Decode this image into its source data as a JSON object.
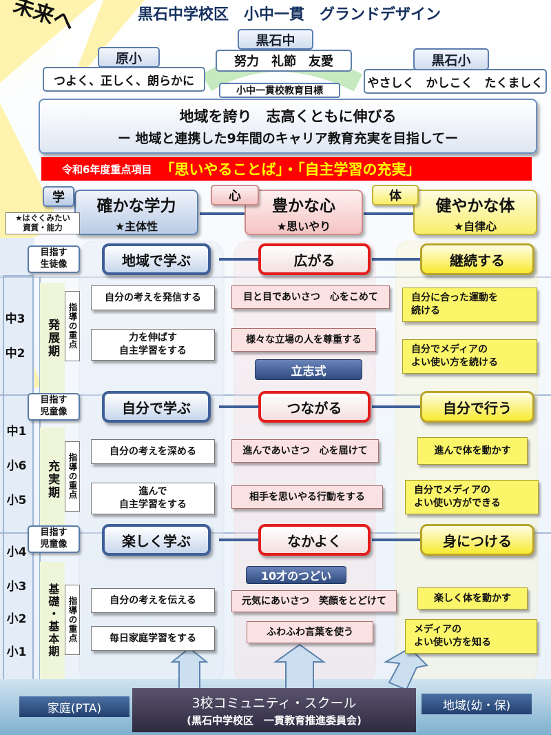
{
  "title": "黒石中学校区　小中一貫　グランドデザイン",
  "mirai": "未来へ",
  "schools": {
    "middle": {
      "name": "黒石中",
      "motto": "努力　礼節　友愛"
    },
    "hara": {
      "name": "原小",
      "motto": "つよく、正しく、朗らかに"
    },
    "kuroishi": {
      "name": "黒石小",
      "motto": "やさしく　かしこく　たくましく"
    },
    "goal_label": "小中一貫校教育目標"
  },
  "slogan": {
    "line1": "地域を誇り　志高くともに伸びる",
    "line2": "ー 地域と連携した9年間のキャリア教育充実を目指してー"
  },
  "priority": {
    "label": "令和6年度重点項目",
    "text": "「思いやることば」・「自主学習の充実」"
  },
  "pillars": {
    "side_label": "★はぐくみたい\n資質・能力",
    "learn": {
      "tag": "学",
      "title": "確かな学力",
      "sub": "★主体性"
    },
    "heart": {
      "tag": "心",
      "title": "豊かな心",
      "sub": "★思いやり"
    },
    "body": {
      "tag": "体",
      "title": "健やかな体",
      "sub": "★自律心"
    }
  },
  "stages": [
    {
      "goal_label": "目指す\n生徒像",
      "period": "発展期",
      "shido": "指導の重点",
      "heads": [
        "地域で学ぶ",
        "広がる",
        "継続する"
      ],
      "learn_items": [
        "自分の考えを発信する",
        "力を伸ばす\n自主学習をする"
      ],
      "heart_items": [
        "目と目であいさつ　心をこめて",
        "様々な立場の人を尊重する"
      ],
      "body_items": [
        "自分に合った運動を\n続ける",
        "自分でメディアの\nよい使い方を続ける"
      ],
      "grades": [
        "中3",
        "中2"
      ],
      "ceremony": "立志式"
    },
    {
      "goal_label": "目指す\n児童像",
      "period": "充実期",
      "shido": "指導の重点",
      "heads": [
        "自分で学ぶ",
        "つながる",
        "自分で行う"
      ],
      "learn_items": [
        "自分の考えを深める",
        "進んで\n自主学習をする"
      ],
      "heart_items": [
        "進んであいさつ　心を届けて",
        "相手を思いやる行動をする"
      ],
      "body_items": [
        "進んで体を動かす",
        "自分でメディアの\nよい使い方ができる"
      ],
      "grades": [
        "中1",
        "小6",
        "小5"
      ]
    },
    {
      "goal_label": "目指す\n児童像",
      "period": "基礎・基本期",
      "shido": "指導の重点",
      "heads": [
        "楽しく学ぶ",
        "なかよく",
        "身につける"
      ],
      "learn_items": [
        "自分の考えを伝える",
        "毎日家庭学習をする"
      ],
      "heart_items": [
        "元気にあいさつ　笑顔をとどけて",
        "ふわふわ言葉を使う"
      ],
      "body_items": [
        "楽しく体を動かす",
        "メディアの\nよい使い方を知る"
      ],
      "grades": [
        "小4",
        "小3",
        "小2",
        "小1"
      ],
      "ceremony": "10才のつどい"
    }
  ],
  "bottom": {
    "left": "家庭(PTA)",
    "right": "地域(幼・保)",
    "center_line1": "3校コミュニティ・スクール",
    "center_line2": "(黒石中学校区　一貫教育推進委員会)"
  },
  "colors": {
    "priority_bar": "#ff0000",
    "priority_text": "#ffff00",
    "learn": "#3f5f98",
    "heart": "#e31c1c",
    "body": "#f8ea30"
  }
}
